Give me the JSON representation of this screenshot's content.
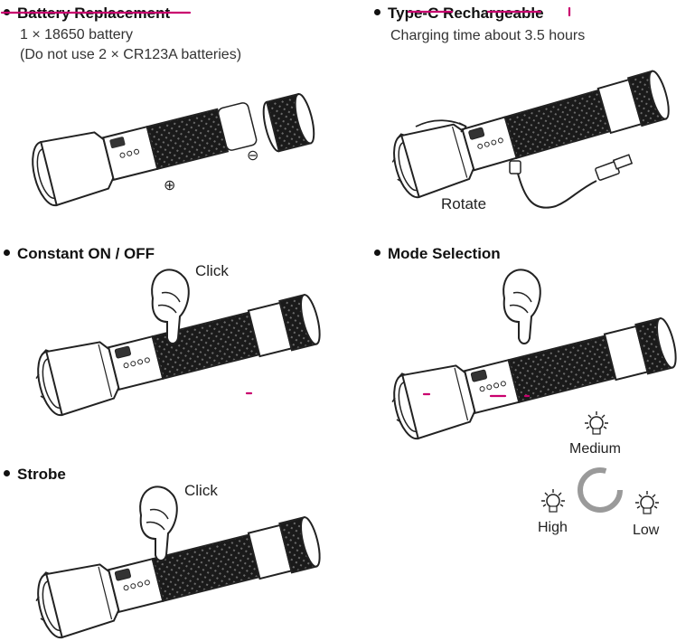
{
  "sections": {
    "battery": {
      "title": "Battery Replacement",
      "lines": [
        "1 × 18650 battery",
        "(Do not use 2 × CR123A batteries)"
      ],
      "plus_symbol": "⊕",
      "minus_symbol": "⊖"
    },
    "typec": {
      "title": "Type-C Rechargeable",
      "lines": [
        "Charging time about 3.5 hours"
      ],
      "rotate_label": "Rotate"
    },
    "constant": {
      "title": "Constant ON / OFF",
      "click_label": "Click"
    },
    "mode": {
      "title": "Mode Selection",
      "modes": [
        "Medium",
        "High",
        "Low"
      ]
    },
    "strobe": {
      "title": "Strobe",
      "click_label": "Click"
    }
  },
  "colors": {
    "ink": "#111111",
    "annotation": "#c9006e",
    "ring": "#9a9a9a"
  },
  "icons": [
    "flashlight-icon",
    "hand-pointer-icon",
    "usb-cable-icon",
    "bulb-icon",
    "cycle-ring-icon"
  ]
}
